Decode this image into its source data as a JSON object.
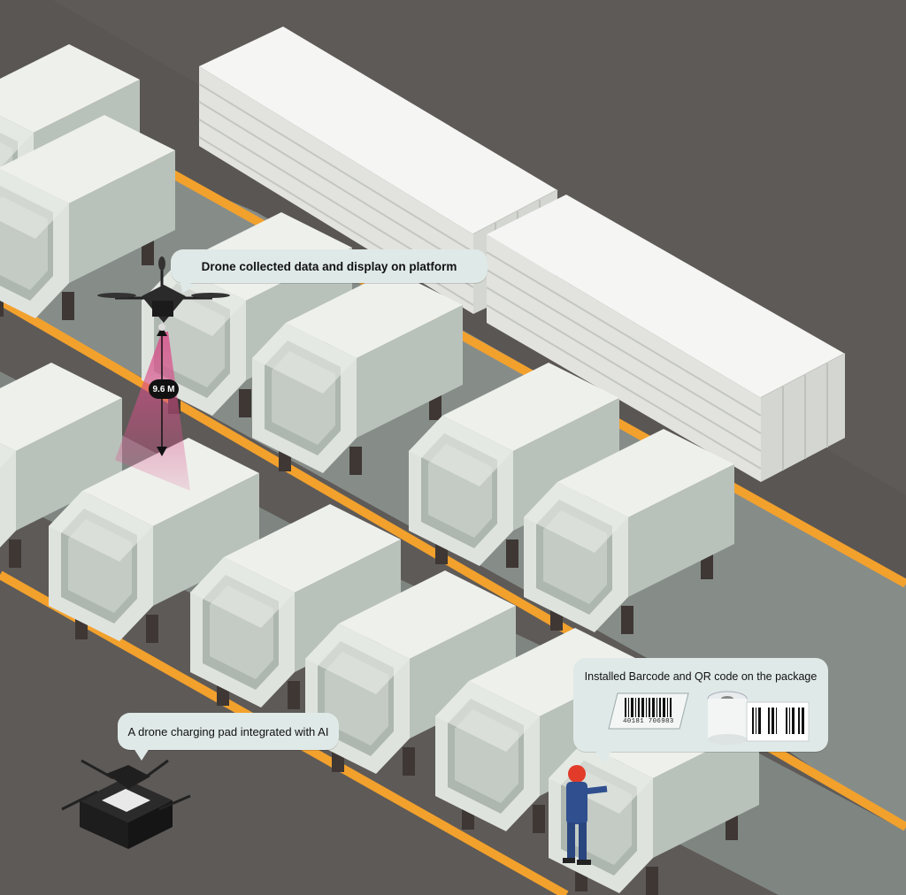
{
  "callouts": {
    "drone_data": "Drone collected data and display on platform",
    "charging_pad": "A drone charging pad integrated with AI",
    "barcode_qr": "Installed Barcode and QR code on the package"
  },
  "measurement": {
    "drone_height": "9.6 M"
  },
  "barcode": {
    "number": "40181 706983"
  },
  "colors": {
    "ground": "#5e5a57",
    "walkway": "#8a918d",
    "safety_line": "#f2a12d",
    "pipe_light": "#e9ece8",
    "pipe_mid": "#c8cfca",
    "pipe_dark": "#aab1ac",
    "callout_bg": "#dfe9e7",
    "scan_beam": "#d94f8a",
    "worker_helmet": "#e23b2a",
    "worker_suit": "#2f4f8f"
  },
  "icons": [
    "drone-icon",
    "charging-pad-icon",
    "barcode-icon",
    "label-roll-icon",
    "worker-figure",
    "hexagonal-pipe",
    "steel-beam-stack"
  ]
}
